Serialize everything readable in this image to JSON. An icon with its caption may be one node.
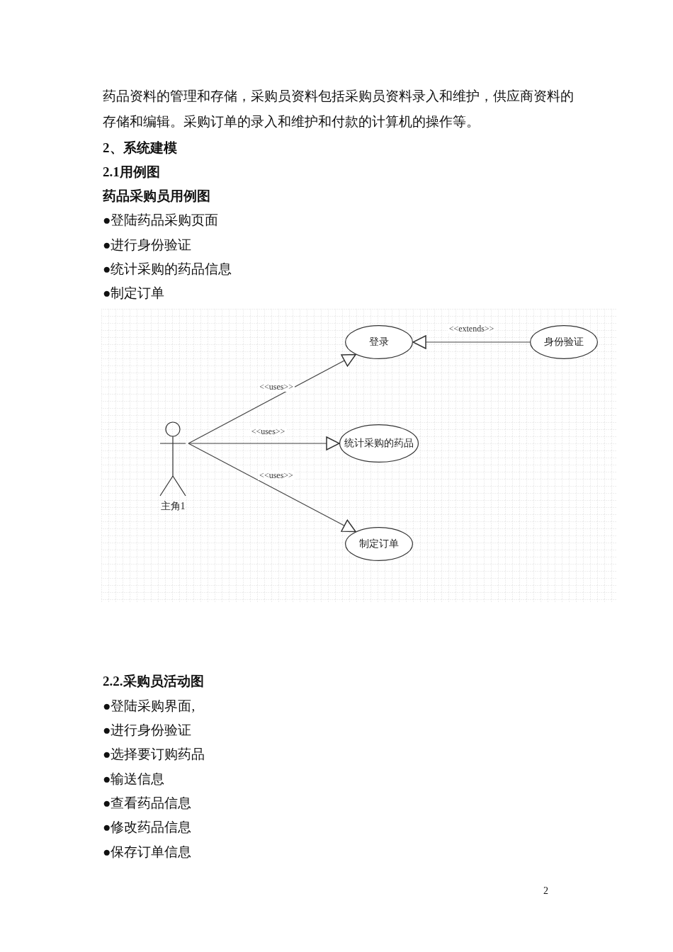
{
  "diagram": {
    "nodes": [
      {
        "text": [
          "主角1"
        ]
      },
      {
        "text": [
          "登录"
        ]
      },
      {
        "text": [
          "统计采购的药品"
        ]
      },
      {
        "text": [
          "制定订单"
        ]
      },
      {
        "text": [
          "身份验证"
        ]
      }
    ],
    "edges": [
      {
        "from": 0,
        "to": 1,
        "arrow": "to",
        "label": "<<uses>>"
      },
      {
        "from": 0,
        "to": 2,
        "arrow": "to",
        "label": "<<uses>>"
      },
      {
        "from": 0,
        "to": 3,
        "arrow": "to",
        "label": "<<uses>>"
      },
      {
        "from": 4,
        "to": 1,
        "arrow": "to",
        "label": "<<extends>>"
      }
    ],
    "labels": [
      "药品资料的管理和存储，采购员资料包括采购员资料录入和维护，供应商资料的存储和编辑。采购订单的录入和维护和付款的计算机的操作等。",
      "2、系统建模",
      "2.1用例图",
      "药品采购员用例图",
      "●登陆药品采购页面",
      "●进行身份验证",
      "●统计采购的药品信息",
      "●制定订单",
      "2.2.采购员活动图",
      "●登陆采购界面,",
      "●进行身份验证",
      "●选择要订购药品",
      "●输送信息",
      "●查看药品信息",
      "●修改药品信息",
      "●保存订单信息",
      "2"
    ]
  }
}
